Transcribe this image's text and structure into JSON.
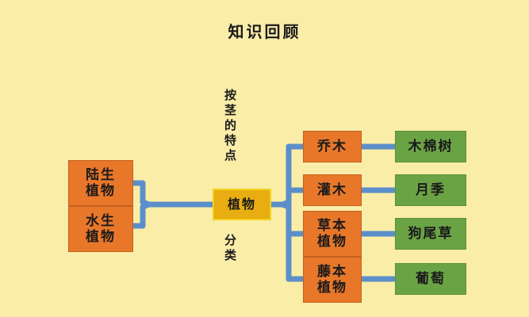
{
  "page": {
    "title": "知识回顾",
    "background_color": "#faeda8"
  },
  "colors": {
    "orange": "#e8772a",
    "orange_border": "#c4611d",
    "green": "#6aa344",
    "green_border": "#5d9139",
    "amber": "#e8ad10",
    "amber_border": "#f2d21c",
    "connector_blue": "#5b8fc9",
    "text": "#1a1a1a"
  },
  "root": {
    "label": "植物"
  },
  "annotations": {
    "top_vertical": "按茎的特点",
    "bottom_vertical": "分类"
  },
  "habitat_group": {
    "items": [
      {
        "label": "陆生\n植物"
      },
      {
        "label": "水生\n植物"
      }
    ]
  },
  "stem_groups": [
    {
      "label": "乔木",
      "example": "木棉树"
    },
    {
      "label": "灌木",
      "example": "月季"
    },
    {
      "label": "草本\n植物",
      "example": "狗尾草"
    },
    {
      "label": "藤本\n植物",
      "example": "葡萄"
    }
  ]
}
